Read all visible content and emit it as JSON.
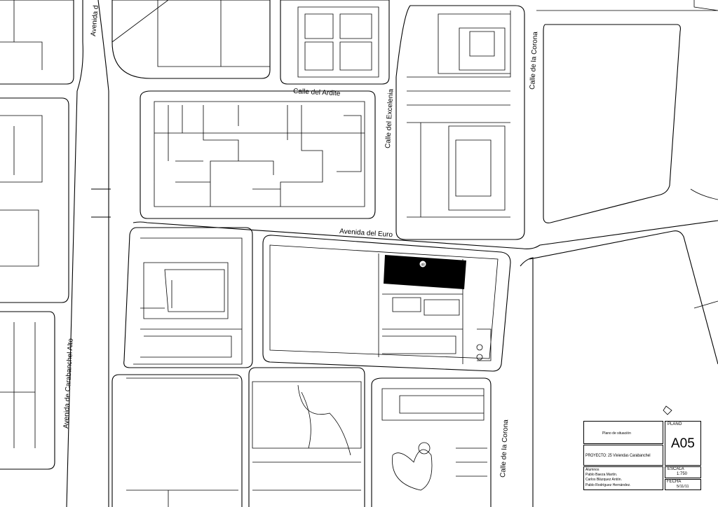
{
  "streets": {
    "ardite": "Calle del Ardite",
    "excelenia": "Calle del Excelenia",
    "corona_top": "Calle de la Corona",
    "corona_bottom": "Calle de la Corona",
    "euro": "Avenida del Euro",
    "carabanchel": "Avenida de Carabanchel Alto",
    "avenida_top": "Avenida d"
  },
  "plot_marker": "48",
  "colors": {
    "line": "#000000",
    "plot_fill": "#000000",
    "background": "#ffffff"
  },
  "title_block": {
    "drawing_title": "Plano de situación",
    "project": "PROYECTO: 25  Viviendas  Carabanchel",
    "students_label": "Alumnos",
    "students": [
      "Pablo Baeza Martín.",
      "Carlos Blázquez Antón.",
      "Pablo Rodríguez Hernández."
    ],
    "plano_label": "PLANO",
    "plano_value": "A05",
    "escala_label": "ESCALA",
    "escala_value": "1:750",
    "fecha_label": "FECHA",
    "fecha_value": "5/11/11"
  }
}
